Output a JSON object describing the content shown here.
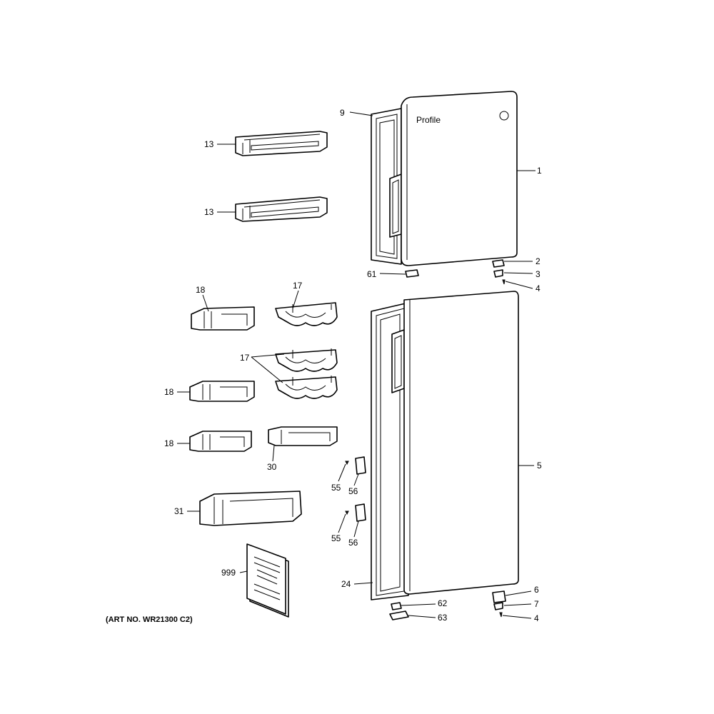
{
  "art_number": "(ART NO. WR21300 C2)",
  "door_logo_text": "Profile",
  "callouts": {
    "c1": "1",
    "c2": "2",
    "c3": "3",
    "c4a": "4",
    "c4b": "4",
    "c5": "5",
    "c6": "6",
    "c7": "7",
    "c9": "9",
    "c13a": "13",
    "c13b": "13",
    "c17a": "17",
    "c17b": "17",
    "c18a": "18",
    "c18b": "18",
    "c18c": "18",
    "c24": "24",
    "c30": "30",
    "c31": "31",
    "c55a": "55",
    "c55b": "55",
    "c56a": "56",
    "c56b": "56",
    "c61": "61",
    "c62": "62",
    "c63": "63",
    "c999": "999"
  }
}
